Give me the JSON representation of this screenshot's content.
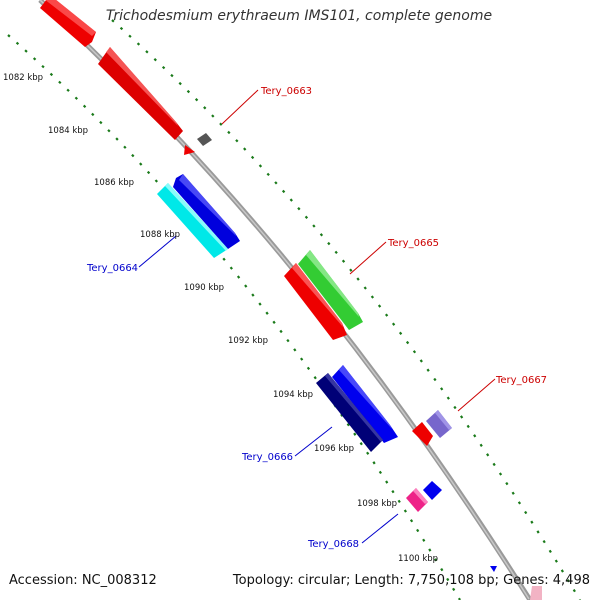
{
  "title": "Trichodesmium erythraeum IMS101, complete genome",
  "footer": {
    "accession": "Accession: NC_008312",
    "topology": "Topology: circular; Length: 7,750,108 bp; Genes: 4,498"
  },
  "kbp_labels": [
    "1082 kbp",
    "1084 kbp",
    "1086 kbp",
    "1088 kbp",
    "1090 kbp",
    "1092 kbp",
    "1094 kbp",
    "1096 kbp",
    "1098 kbp",
    "1100 kbp"
  ],
  "gene_labels": [
    {
      "text": "Tery_0663",
      "color": "#cc0000"
    },
    {
      "text": "Tery_0664",
      "color": "#0000cc"
    },
    {
      "text": "Tery_0665",
      "color": "#cc0000"
    },
    {
      "text": "Tery_0666",
      "color": "#0000cc"
    },
    {
      "text": "Tery_0667",
      "color": "#cc0000"
    },
    {
      "text": "Tery_0668",
      "color": "#0000cc"
    }
  ],
  "colors": {
    "backbone": "#8a8a8a",
    "tick": "#1a7a1a",
    "forward_gene": "#ee0000",
    "reverse_gene": "#0000ee",
    "green_gene": "#33cc33",
    "cyan_gene": "#00eeee",
    "navy_gene": "#000077",
    "lavender_gene": "#7766cc",
    "pink_gene": "#ee2288",
    "grey_gene": "#666666"
  }
}
